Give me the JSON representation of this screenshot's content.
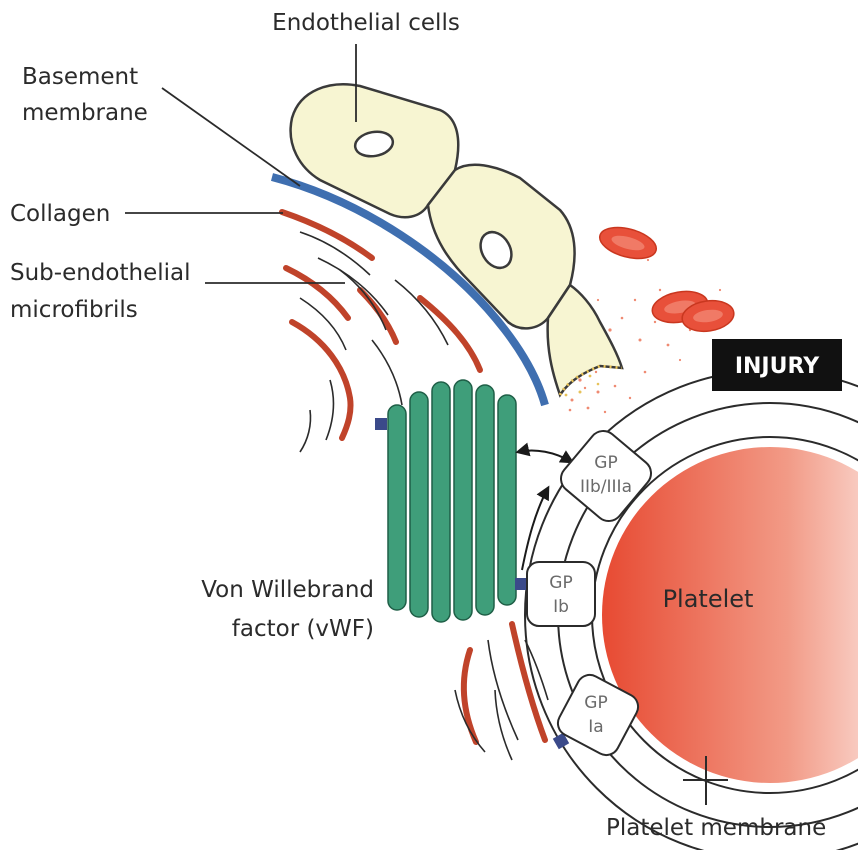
{
  "labels": {
    "endothelial_cells": "Endothelial cells",
    "basement_line1": "Basement",
    "basement_line2": "membrane",
    "collagen": "Collagen",
    "subendo_line1": "Sub-endothelial",
    "subendo_line2": "microfibrils",
    "injury": "INJURY",
    "vwf_line1": "Von Willebrand",
    "vwf_line2": "factor (vWF)",
    "platelet": "Platelet",
    "platelet_membrane": "Platelet membrane"
  },
  "receptors": {
    "gp_iib_iiia": {
      "line1": "GP",
      "line2": "IIb/IIIa"
    },
    "gp_ib": {
      "line1": "GP",
      "line2": "Ib"
    },
    "gp_ia": {
      "line1": "GP",
      "line2": "Ia"
    }
  },
  "colors": {
    "endothelium_fill": "#f7f5d2",
    "endothelium_stroke": "#3a3a3a",
    "basement_membrane": "#3f6fb0",
    "collagen": "#c0432a",
    "vwf": "#3f9e7a",
    "anchor": "#3b4a8a",
    "platelet_core": "#e8533c",
    "rbc": "#e8503a",
    "injury_bg": "#111111"
  }
}
